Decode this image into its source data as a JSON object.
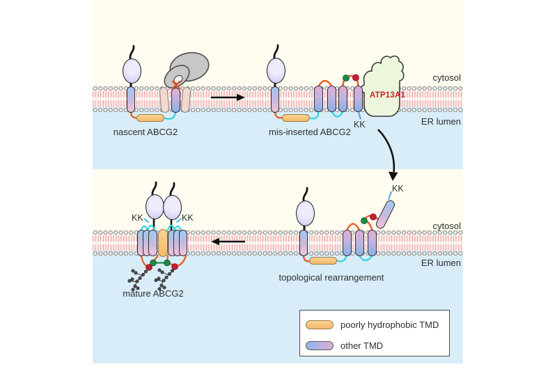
{
  "diagram": {
    "stages": [
      {
        "caption": "nascent ABCG2"
      },
      {
        "caption": "mis-inserted ABCG2"
      },
      {
        "caption": "topological rearrangement"
      },
      {
        "caption": "mature ABCG2"
      }
    ],
    "enzyme_label": "ATP13A1",
    "retention_signal": "KK",
    "compartments": {
      "cytosol": "cytosol",
      "er_lumen": "ER lumen"
    },
    "legend": {
      "items": [
        {
          "label": "poorly hydrophobic TMD",
          "swatch_color": "#f3ba68"
        },
        {
          "label": "other TMD",
          "swatch_gradient": [
            "#8fb2e8",
            "#dcaed6"
          ]
        }
      ]
    },
    "colors": {
      "cytosol_bg": "#fffcf0",
      "er_lumen_bg": "#d9edf9",
      "membrane_tails": "#e8a19b",
      "tmd_blue": "#a6c6eb",
      "tmd_pink": "#dcaed6",
      "poorly_hydrophobic_tmd": "#f3ba68",
      "cytosolic_loop": "#e8622e",
      "lumenal_loop": "#3fd6e2",
      "enzyme_fill": "#ecf6dd",
      "enzyme_text": "#cd2127",
      "nbd_fill": "#d6d4f2",
      "ribosome_fill": "#c7c7c7",
      "green_residue": "#1f8a44",
      "red_residue": "#c32033"
    }
  }
}
